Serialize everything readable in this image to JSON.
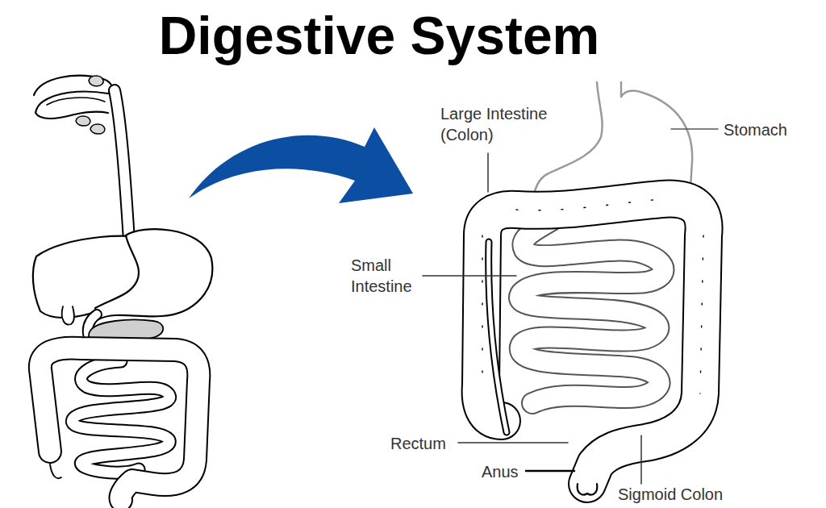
{
  "diagram": {
    "title": "Digestive System",
    "labels": [
      "Large Intestine (Colon)",
      "Stomach",
      "Small Intestine",
      "Rectum",
      "Anus",
      "Sigmoid Colon"
    ]
  }
}
